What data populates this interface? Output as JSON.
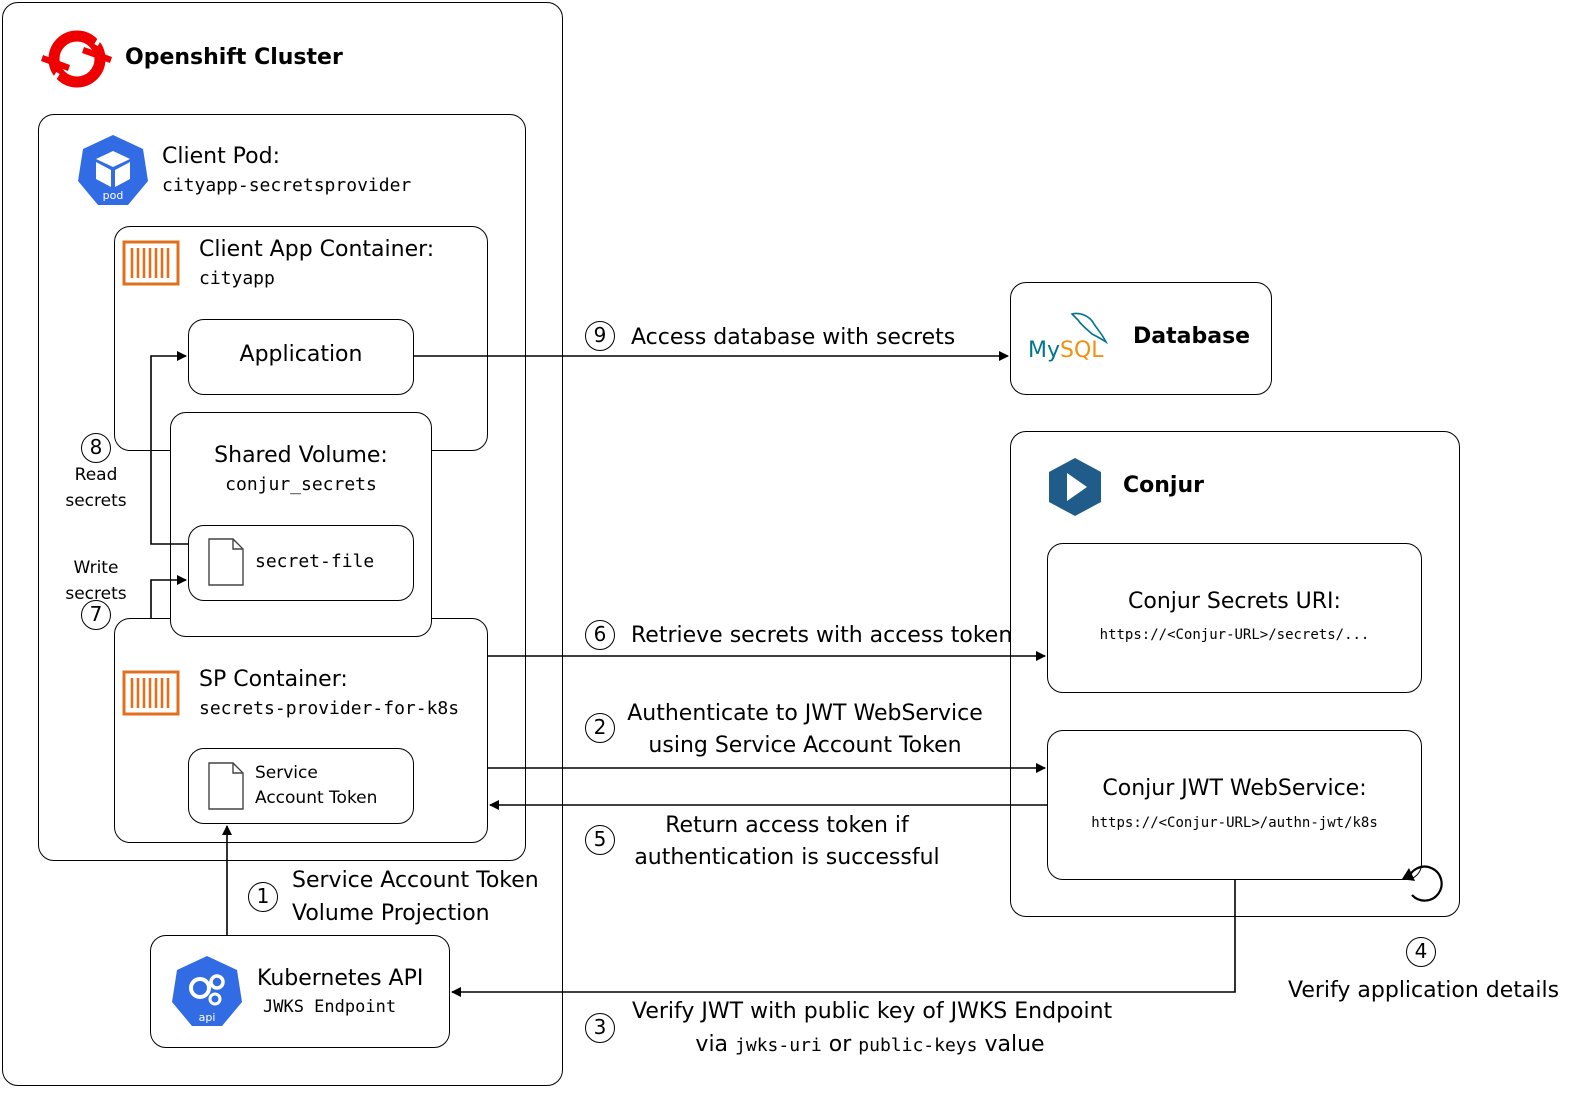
{
  "openshift": {
    "title": "Openshift Cluster",
    "logo_icon": "openshift-logo-icon",
    "logo_color": "#EE0000"
  },
  "client_pod": {
    "title": "Client Pod:",
    "name": "cityapp-secretsprovider",
    "icon": "pod-icon",
    "icon_label": "pod",
    "icon_color": "#326CE5"
  },
  "client_app_container": {
    "title": "Client App Container:",
    "name": "cityapp",
    "icon": "container-icon",
    "icon_color": "#E0701E"
  },
  "application": {
    "label": "Application"
  },
  "shared_volume": {
    "title": "Shared Volume:",
    "name": "conjur_secrets"
  },
  "secret_file": {
    "label": "secret-file",
    "icon": "file-icon"
  },
  "sp_container": {
    "title": "SP Container:",
    "name": "secrets-provider-for-k8s",
    "icon": "container-icon"
  },
  "service_account_token": {
    "line1": "Service",
    "line2": "Account Token",
    "icon": "file-icon"
  },
  "kubernetes_api": {
    "title": "Kubernetes API",
    "subtitle": "JWKS Endpoint",
    "icon": "api-icon",
    "icon_label": "api"
  },
  "database": {
    "title": "Database",
    "logo_text_my": "My",
    "logo_text_sql": "SQL",
    "logo_icon": "mysql-logo-icon",
    "my_color": "#00758F",
    "sql_color": "#F29111"
  },
  "conjur": {
    "title": "Conjur",
    "logo_icon": "conjur-logo-icon",
    "logo_color": "#1F5C8A",
    "secrets_uri_title": "Conjur Secrets URI:",
    "secrets_uri_url": "https://<Conjur-URL>/secrets/...",
    "jwt_service_title": "Conjur JWT WebService:",
    "jwt_service_url": "https://<Conjur-URL>/authn-jwt/k8s"
  },
  "steps": {
    "s1": {
      "num": "1",
      "line1": "Service Account Token",
      "line2": "Volume Projection"
    },
    "s2": {
      "num": "2",
      "line1": "Authenticate to JWT WebService",
      "line2": "using Service Account Token"
    },
    "s3": {
      "num": "3",
      "line1": "Verify JWT with public key of JWKS Endpoint",
      "via": "via",
      "code1": "jwks-uri",
      "or": "or",
      "code2": "public-keys",
      "value": "value"
    },
    "s4": {
      "num": "4",
      "line1": "Verify application details"
    },
    "s5": {
      "num": "5",
      "line1": "Return access token if",
      "line2": "authentication is successful"
    },
    "s6": {
      "num": "6",
      "line1": "Retrieve secrets with access token"
    },
    "s7": {
      "num": "7",
      "line1": "Write",
      "line2": "secrets"
    },
    "s8": {
      "num": "8",
      "line1": "Read",
      "line2": "secrets"
    },
    "s9": {
      "num": "9",
      "line1": "Access database with secrets"
    }
  }
}
